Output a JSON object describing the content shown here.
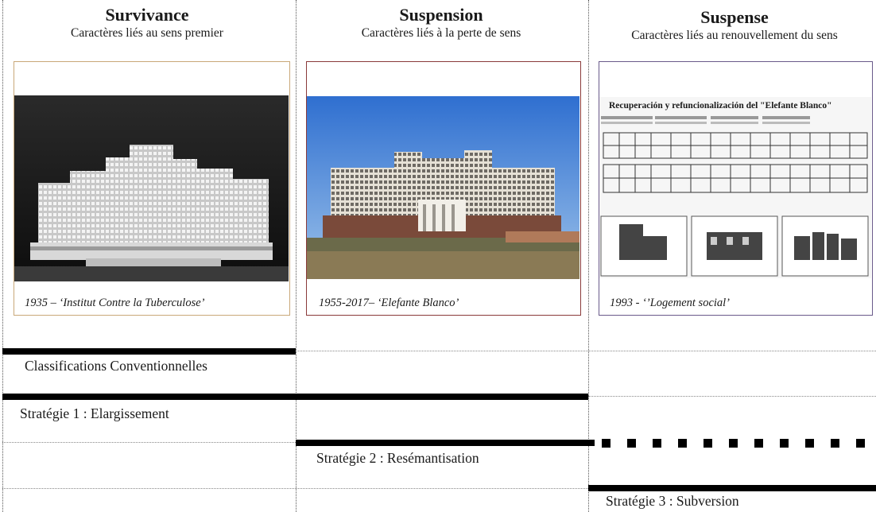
{
  "columns": [
    {
      "title": "Survivance",
      "subtitle": "Caractères liés au sens premier",
      "caption": "1935 – ‘Institut Contre la Tuberculose’"
    },
    {
      "title": "Suspension",
      "subtitle": "Caractères liés à la perte de sens",
      "caption": "1955-2017– ‘Elefante Blanco’"
    },
    {
      "title": "Suspense",
      "subtitle": "Caractères liés au renouvellement du sens",
      "caption": "1993 - ‘’Logement social’"
    }
  ],
  "plan": {
    "title": "Recuperación y refuncionalización del \"Elefante Blanco\""
  },
  "rows": [
    {
      "label": "Classifications Conventionnelles"
    },
    {
      "label": "Stratégie 1 : Elargissement"
    },
    {
      "label": "Stratégie 2 : Resémantisation"
    },
    {
      "label": "Stratégie 3 : Subversion"
    }
  ],
  "colors": {
    "frame1": "#c9a878",
    "frame2": "#8a3a3a",
    "frame3": "#6a5a8a",
    "bar": "#000000"
  }
}
